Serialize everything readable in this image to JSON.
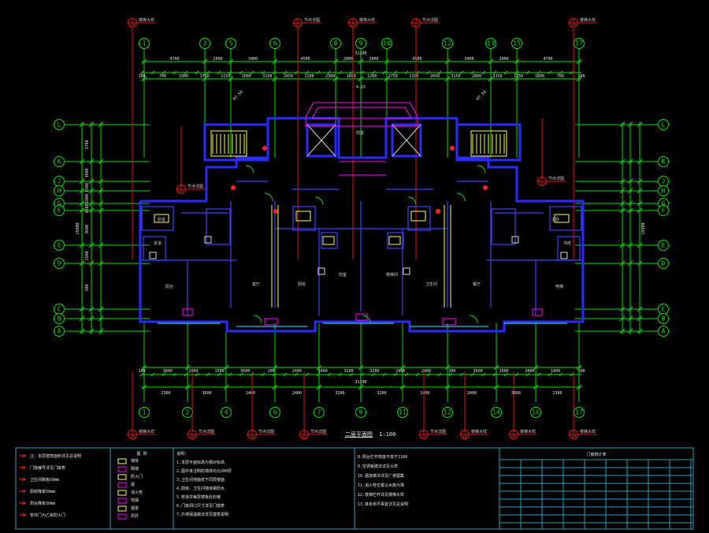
{
  "drawing": {
    "title": "二层平面图",
    "scale": "1:100",
    "colors": {
      "grid": "#00e000",
      "ref": "#e01010",
      "wall": "#2a2aff",
      "accent": "#ff00ff",
      "background": "#000000"
    }
  },
  "axes": {
    "top_labels": [
      "1",
      "3",
      "5",
      "6",
      "8",
      "9",
      "10",
      "12",
      "13",
      "15",
      "17"
    ],
    "bottom_labels": [
      "1",
      "2",
      "4",
      "6",
      "7",
      "9",
      "11",
      "12",
      "14",
      "16",
      "17"
    ],
    "left_labels": [
      "L",
      "K",
      "J",
      "H",
      "G",
      "F",
      "E",
      "D",
      "C",
      "B",
      "A"
    ],
    "right_labels": [
      "L",
      "K",
      "J",
      "H",
      "G",
      "F",
      "E",
      "D",
      "C",
      "B",
      "A"
    ]
  },
  "dimensions": {
    "top_total": "31100",
    "bottom_total": "31100",
    "top_chain": [
      "4700",
      "2000",
      "3400",
      "4500",
      "2800",
      "2800",
      "4500",
      "3400",
      "2000",
      "4700"
    ],
    "top_detail": [
      "100",
      "700",
      "1000",
      "1750",
      "1150",
      "2000",
      "3150",
      "2650",
      "1100",
      "2300",
      "1600",
      "1200",
      "2750",
      "1100",
      "2650",
      "3150",
      "2000",
      "1150",
      "1750",
      "1000",
      "700",
      "100"
    ],
    "bottom_chain": [
      "2300",
      "3600",
      "2400",
      "2400",
      "3200",
      "3200",
      "2400",
      "2400",
      "3600",
      "2300"
    ],
    "bottom_detail": [
      "100",
      "1800",
      "2000",
      "1500",
      "3600",
      "200",
      "2400",
      "2400",
      "3200",
      "3200",
      "2400",
      "2400",
      "200",
      "3600",
      "1500",
      "2000",
      "1800",
      "100"
    ],
    "left_chain": [
      "2700",
      "3600",
      "1500",
      "1800",
      "4500",
      "3600",
      "1500",
      "200"
    ],
    "left_total": "15800",
    "right_total": "15800",
    "elevation_labels": [
      "H7.50",
      "H7.50",
      "4.15"
    ]
  },
  "callouts": {
    "top": [
      {
        "num": "1",
        "sheet": "24",
        "label": "楼梯大样"
      },
      {
        "num": "6",
        "sheet": "25",
        "label": "节点详图"
      },
      {
        "num": "2",
        "sheet": "26",
        "label": "楼梯大样"
      },
      {
        "num": "4",
        "sheet": "25",
        "label": "节点详图"
      },
      {
        "num": "2",
        "sheet": "24",
        "label": "楼梯大样"
      }
    ],
    "bottom": [
      {
        "num": "1",
        "sheet": "24",
        "label": "楼梯大样"
      },
      {
        "num": "2",
        "sheet": "24",
        "label": "节点详图"
      },
      {
        "num": "3",
        "sheet": "24",
        "label": "节点详图"
      },
      {
        "num": "4",
        "sheet": "25",
        "label": "节点详图"
      },
      {
        "num": "6",
        "sheet": "25",
        "label": "节点详图"
      },
      {
        "num": "3",
        "sheet": "24",
        "label": "楼梯大样"
      },
      {
        "num": "2",
        "sheet": "24",
        "label": "楼梯大样"
      },
      {
        "num": "6",
        "sheet": "24",
        "label": "楼梯大样"
      }
    ],
    "mid_left": {
      "num": "5",
      "sheet": "25",
      "label": "节点详图"
    },
    "mid_right": {
      "num": "5",
      "sheet": "25",
      "label": "节点详图"
    }
  },
  "rooms": {
    "labels": [
      "卧室",
      "主卧",
      "客厅",
      "餐厅",
      "厨房",
      "卫生间",
      "阳台",
      "电梯",
      "前室",
      "楼梯间",
      "走道",
      "书房"
    ],
    "center_label": "前室"
  },
  "notes": {
    "legend_title": "图 例",
    "notes_title": "说明：",
    "legend_items": [
      "墙体",
      "隔墙",
      "防火门",
      "窗",
      "消火栓",
      "地漏",
      "烟道",
      "风井"
    ],
    "left_notes": [
      "注：本层建筑面积详见总说明",
      "门窗编号详见门窗表",
      "卫生间降板50mm",
      "厨房降板50mm",
      "阳台降板30mm",
      "管井门为乙级防火门"
    ],
    "mid_notes": [
      "1.本层平面标高为相对标高",
      "2.图中未注明的墙体均为200厚",
      "3.卫生间地面低于同层楼面",
      "4.厨房、卫生间墙体做防水",
      "5.管道井每层楼板处封堵",
      "6.门窗洞口尺寸详见门窗表",
      "7.外墙保温做法详见建筑说明"
    ],
    "right_notes": [
      "8.阳台栏杆高度不低于1100",
      "9.空调板做法详见大样",
      "10.烟道做法详见厂家图集",
      "11.消火栓位置以水施为准",
      "12.楼梯栏杆详见楼梯大样",
      "13.其余未尽事宜详见总说明"
    ],
    "schedule_title": "门窗统计表"
  }
}
